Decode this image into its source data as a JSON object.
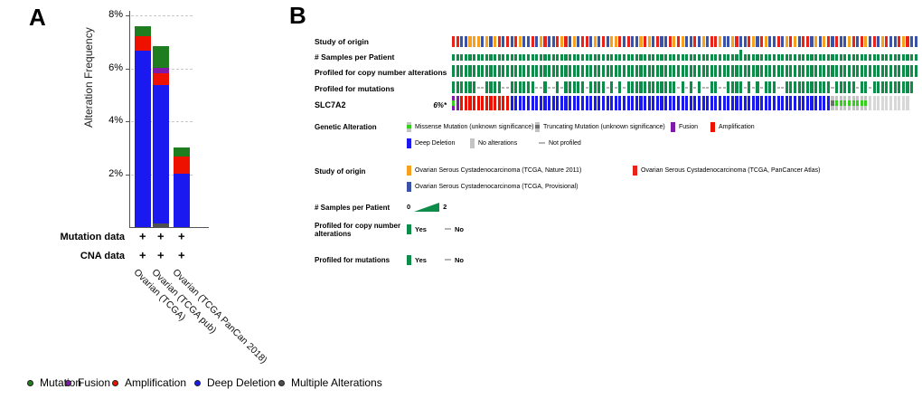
{
  "colors": {
    "mutation": "#1e7d1e",
    "fusion": "#8018a8",
    "amplification": "#ee1100",
    "deep_deletion": "#1a1af0",
    "multiple": "#4f4f4f",
    "study_nature": "#f7a01e",
    "study_pancancer": "#e8231a",
    "study_provisional": "#3a53a8",
    "profiled_green": "#0e8c4a",
    "missense": "#36cf1d",
    "truncating": "#6e6e6e",
    "no_alterations": "#c4c4c4",
    "not_profiled": "#d8d8d8",
    "dash": "#b5b5b5"
  },
  "panel_a": {
    "letter": "A",
    "ylabel": "Alteration Frequency",
    "yticks": [
      {
        "label": "8%",
        "value": 8
      },
      {
        "label": "6%",
        "value": 6
      },
      {
        "label": "4%",
        "value": 4
      },
      {
        "label": "2%",
        "value": 2
      }
    ],
    "mutation_data_label": "Mutation data",
    "cna_data_label": "CNA data",
    "plus_symbol": "+",
    "chart_data": {
      "type": "bar",
      "stacked": true,
      "categories": [
        "Ovarian (TCGA)",
        "Ovarian (TCGA pub)",
        "Ovarian (TCGA PanCan 2018)"
      ],
      "stack_order_bottom_to_top": [
        "multiple",
        "deep_deletion",
        "amplification",
        "fusion",
        "mutation"
      ],
      "series": [
        {
          "name": "Multiple Alterations",
          "key": "multiple",
          "values": [
            0,
            0.15,
            0
          ]
        },
        {
          "name": "Deep Deletion",
          "key": "deep_deletion",
          "values": [
            6.68,
            5.21,
            2.02
          ]
        },
        {
          "name": "Amplification",
          "key": "amplification",
          "values": [
            0.55,
            0.46,
            0.64
          ]
        },
        {
          "name": "Fusion",
          "key": "fusion",
          "values": [
            0,
            0.22,
            0
          ]
        },
        {
          "name": "Mutation",
          "key": "mutation",
          "values": [
            0.37,
            0.82,
            0.36
          ]
        }
      ],
      "totals_percent": [
        7.6,
        6.86,
        3.02
      ],
      "title": "",
      "xlabel": "",
      "ylabel": "Alteration Frequency",
      "ylim": [
        0,
        8
      ],
      "grid": "dashed horizontal",
      "mutation_data_flags": [
        "+",
        "+",
        "+"
      ],
      "cna_data_flags": [
        "+",
        "+",
        "+"
      ]
    },
    "bottom_legend": [
      {
        "label": "Mutation",
        "key": "mutation"
      },
      {
        "label": "Fusion",
        "key": "fusion"
      },
      {
        "label": "Amplification",
        "key": "amplification"
      },
      {
        "label": "Deep Deletion",
        "key": "deep_deletion"
      },
      {
        "label": "Multiple Alterations",
        "key": "multiple"
      }
    ]
  },
  "panel_b": {
    "letter": "B",
    "gene": "SLC7A2",
    "gene_freq": "6%*",
    "track_labels": {
      "study": "Study of origin",
      "samples": "# Samples per Patient",
      "cna": "Profiled for copy number alterations",
      "mut": "Profiled for mutations"
    },
    "chart_data": {
      "type": "heatmap",
      "subtype": "oncoprint",
      "n_samples": 112,
      "tracks": [
        {
          "name": "Study of origin",
          "encoding": "R=TCGA PanCancer Atlas(red), B=TCGA Provisional(blue), O=TCGA Nature 2011(orange)",
          "pattern": "RRBBOOOBOBORBRBROBBRBORBBRORBOBRRBOBRBOORBRBBOROBRBBROROBBRBOBRROBBORBBROBROBBRBOROBRRBOBORBRBBORBROBRBORBBRORBB"
        },
        {
          "name": "# Samples per Patient",
          "min": 0,
          "max": 2,
          "tall_index": 69
        },
        {
          "name": "Profiled for copy number alterations",
          "all": "Yes"
        },
        {
          "name": "Profiled for mutations",
          "encoding": "Y=profiled, N=not profiled",
          "pattern": "YYYYYYNNYYYYNNYYYYYYNNYNNYNYYYYYNYYYYNYNYNYYYYYYYYYYYYNYNYNYNNYYNNYYYYNYNYNYYYNNYYYYYYYYYYYNYYYYYNYYNYYYYYYYYYY"
        },
        {
          "name": "SLC7A2",
          "encoding": "f=fusion+missense, F=fusion, A=amplification, D=deep deletion, T=truncating, M=missense, U=not profiled/no alteration",
          "pattern": "fFAAAAAAAAAAAADDDDDDDDDDDDDDDDDDDDDDDDDDDDDDDDDDDDDDDDDDDDDDDDDDDDDDDDDDDDDDDDDDDDDDDDDDDDDTMMMMMMMMUUUUUUUUUU"
        }
      ]
    },
    "legend_genetic": {
      "label": "Genetic Alteration",
      "items_row1": [
        {
          "label": "Missense Mutation (unknown significance)",
          "glyph": "band",
          "key": "missense"
        },
        {
          "label": "Truncating Mutation (unknown significance)",
          "glyph": "band",
          "key": "truncating"
        },
        {
          "label": "Fusion",
          "glyph": "bar",
          "key": "fusion"
        },
        {
          "label": "Amplification",
          "glyph": "bar",
          "key": "amplification"
        }
      ],
      "items_row2": [
        {
          "label": "Deep Deletion",
          "glyph": "bar",
          "key": "deep_deletion"
        },
        {
          "label": "No alterations",
          "glyph": "bar",
          "key": "no_alterations"
        },
        {
          "label": "Not profiled",
          "glyph": "dash",
          "key": "dash"
        }
      ]
    },
    "legend_study": {
      "label": "Study of origin",
      "items_row1": [
        {
          "label": "Ovarian Serous Cystadenocarcinoma (TCGA, Nature 2011)",
          "key": "study_nature"
        },
        {
          "label": "Ovarian Serous Cystadenocarcinoma (TCGA, PanCancer Atlas)",
          "key": "study_pancancer"
        }
      ],
      "items_row2": [
        {
          "label": "Ovarian Serous Cystadenocarcinoma (TCGA, Provisional)",
          "key": "study_provisional"
        }
      ]
    },
    "legend_samples": {
      "label": "# Samples per Patient",
      "min_label": "0",
      "max_label": "2"
    },
    "legend_cna": {
      "label_line1": "Profiled for copy number",
      "label_line2": "alterations",
      "yes": "Yes",
      "no": "No"
    },
    "legend_mut": {
      "label": "Profiled for mutations",
      "yes": "Yes",
      "no": "No"
    }
  }
}
